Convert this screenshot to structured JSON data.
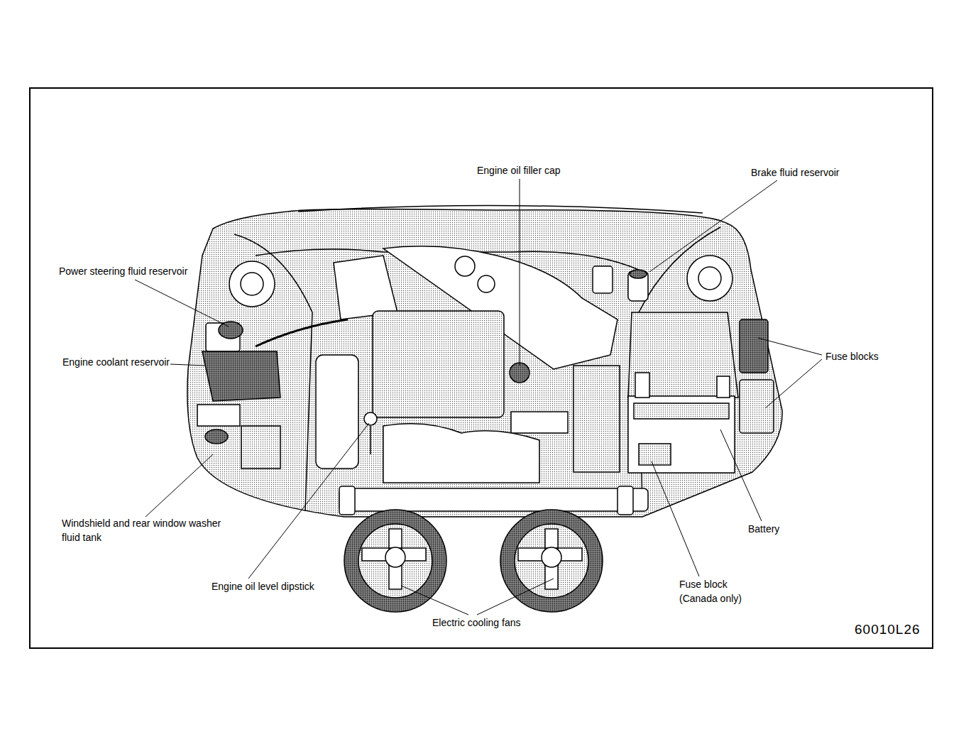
{
  "diagram": {
    "labels": [
      "Engine oil filler cap",
      "Brake fluid reservoir",
      "Power steering fluid reservoir",
      "Engine coolant reservoir",
      "Fuse blocks",
      "Windshield and rear window washer fluid tank",
      "Battery",
      "Engine oil level dipstick",
      "Fuse block (Canada only)",
      "Electric cooling fans",
      "60010L26"
    ]
  }
}
